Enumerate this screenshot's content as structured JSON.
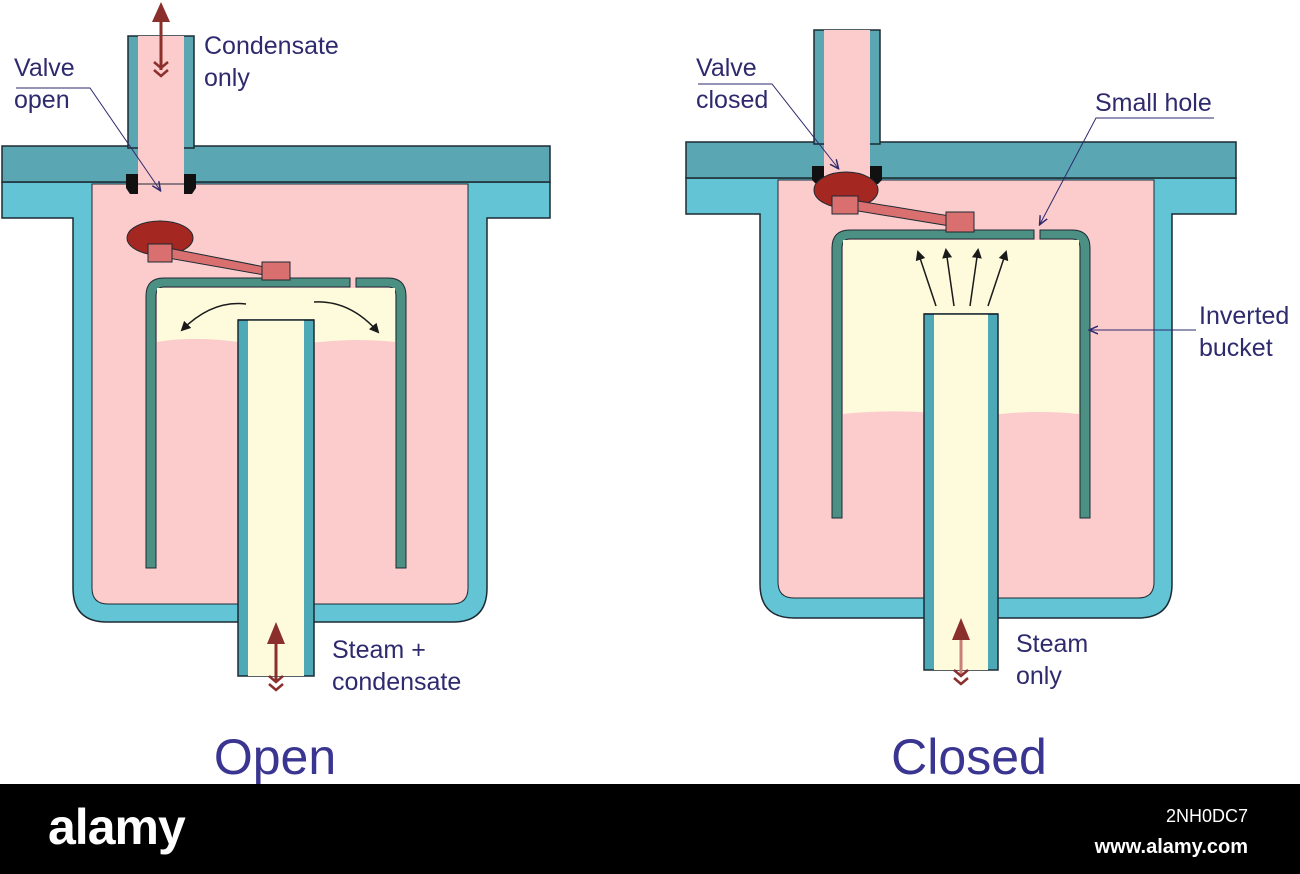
{
  "colors": {
    "background": "#ffffff",
    "casing_outer": "#62c4d4",
    "casing_top": "#5aa6b2",
    "casing_stroke": "#1c2a33",
    "condensate": "#fccccc",
    "steam": "#fefbdc",
    "bucket_wall": "#4c8f83",
    "valve": "#a42722",
    "linkage": "#d9706f",
    "flow_arrow": "#8a2f2b",
    "label_text": "#2e2a6e",
    "caption_text": "#3a3590",
    "footer_bg": "#000000"
  },
  "open_panel": {
    "label_valve": [
      "Valve",
      "open"
    ],
    "label_outlet": [
      "Condensate",
      "only"
    ],
    "label_inlet": [
      "Steam +",
      "condensate"
    ],
    "caption": "Open"
  },
  "closed_panel": {
    "label_valve": [
      "Valve",
      "closed"
    ],
    "label_hole": "Small hole",
    "label_bucket": [
      "Inverted",
      "bucket"
    ],
    "label_inlet": [
      "Steam",
      "only"
    ],
    "caption": "Closed"
  },
  "footer": {
    "brand": "alamy",
    "image_id": "2NH0DC7",
    "site": "www.alamy.com"
  }
}
